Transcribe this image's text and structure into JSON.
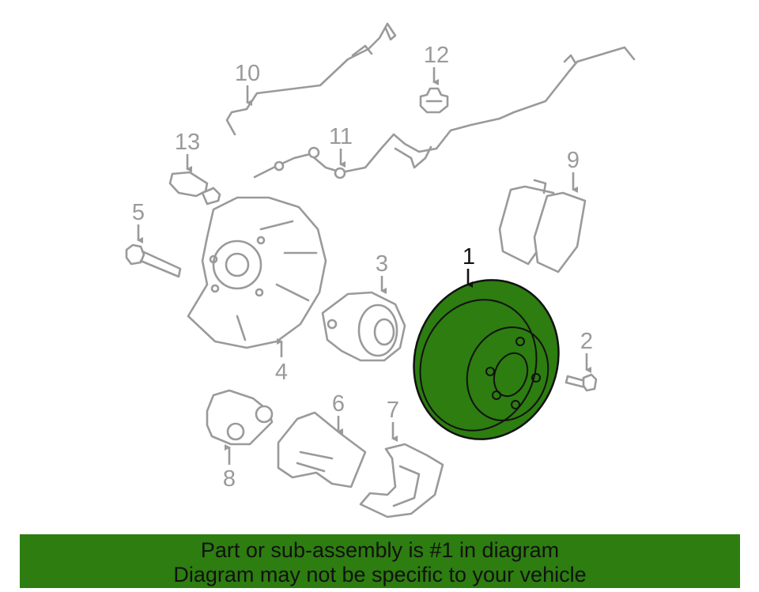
{
  "callouts": [
    {
      "id": "1",
      "label": "1",
      "highlighted": true
    },
    {
      "id": "2",
      "label": "2"
    },
    {
      "id": "3",
      "label": "3"
    },
    {
      "id": "4",
      "label": "4"
    },
    {
      "id": "5",
      "label": "5"
    },
    {
      "id": "6",
      "label": "6"
    },
    {
      "id": "7",
      "label": "7"
    },
    {
      "id": "8",
      "label": "8"
    },
    {
      "id": "9",
      "label": "9"
    },
    {
      "id": "10",
      "label": "10"
    },
    {
      "id": "11",
      "label": "11"
    },
    {
      "id": "12",
      "label": "12"
    },
    {
      "id": "13",
      "label": "13"
    }
  ],
  "banner": {
    "line1": "Part or sub-assembly is #1 in diagram",
    "line2": "Diagram may not be specific to your vehicle"
  },
  "colors": {
    "highlight": "#2d7d10",
    "line_art": "#9a9a9a",
    "outline": "#111111"
  }
}
